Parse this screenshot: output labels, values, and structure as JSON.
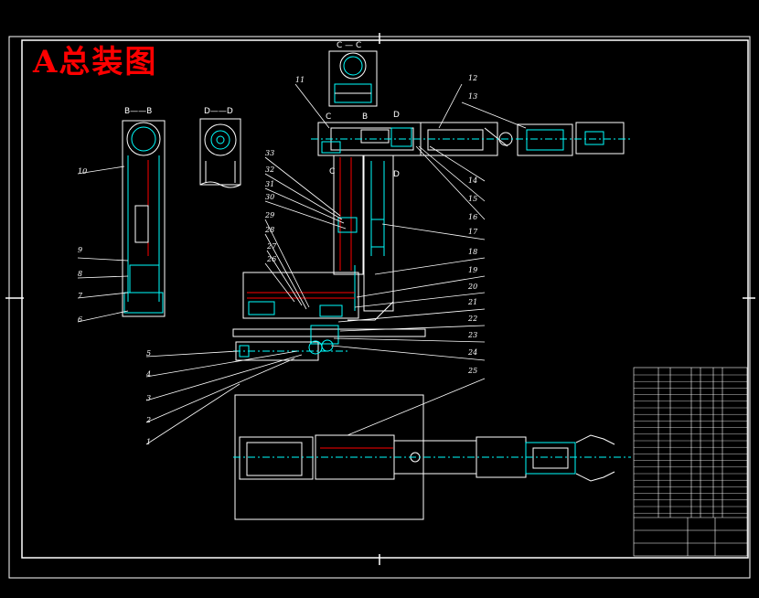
{
  "drawing": {
    "title": "A总装图",
    "colors": {
      "background": "#000000",
      "line": "#ffffff",
      "accent": "#00ffff",
      "section": "#ff0000",
      "title": "#ff0000"
    }
  },
  "section_labels": {
    "cc_top": "C — C",
    "bb": "B——B",
    "dd": "D——D",
    "c_mark_1": "C",
    "b_mark": "B",
    "d_mark_1": "D",
    "c_mark_2": "C",
    "d_mark_2": "D"
  },
  "part_numbers": [
    "1",
    "2",
    "3",
    "4",
    "5",
    "6",
    "7",
    "8",
    "9",
    "10",
    "11",
    "12",
    "13",
    "14",
    "15",
    "16",
    "17",
    "18",
    "19",
    "20",
    "21",
    "22",
    "23",
    "24",
    "25",
    "26",
    "27",
    "28",
    "29",
    "30",
    "31",
    "32",
    "33"
  ]
}
